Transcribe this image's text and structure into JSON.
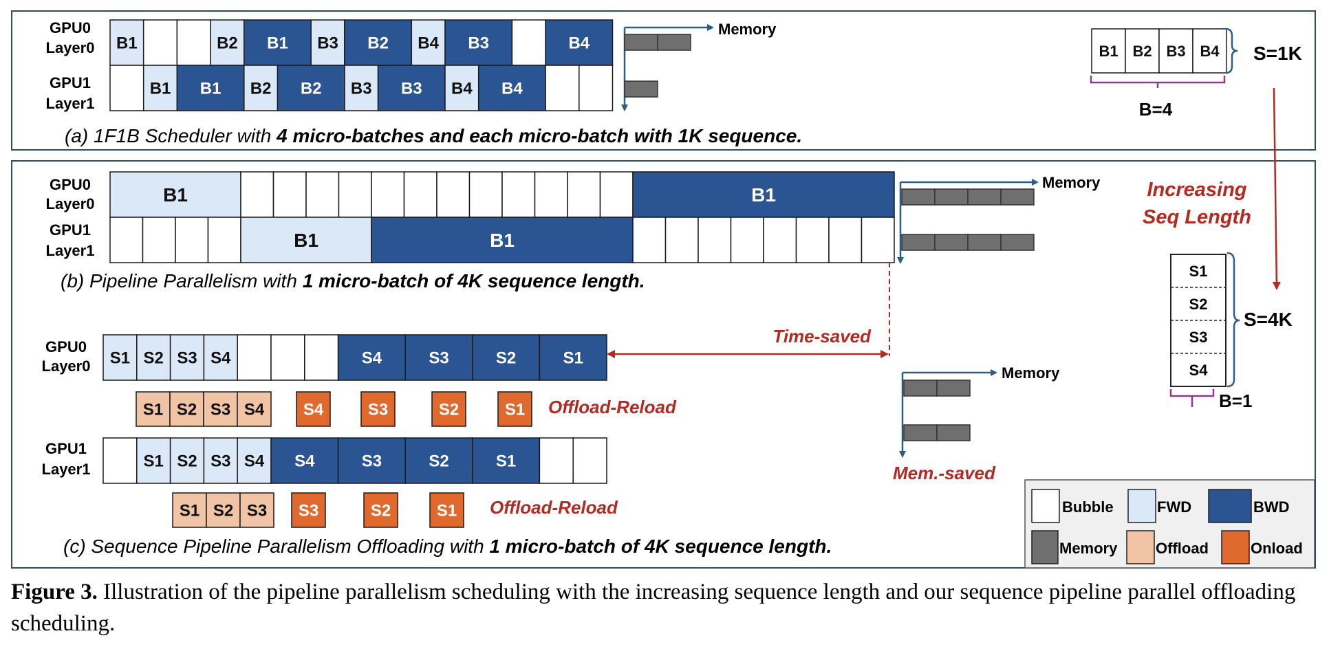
{
  "colors": {
    "bubble": "#ffffff",
    "fwd": "#dbe8f7",
    "bwd": "#2b5592",
    "memory": "#6f6f6f",
    "offload": "#f2c4a6",
    "onload": "#e06a2e",
    "annotation": "#b22a22",
    "arrow": "#2c5d82",
    "brace": "#2e5e8c",
    "brace_under": "#8e3a8c",
    "frame": "#2d4e62"
  },
  "labels": {
    "gpu0": "GPU0",
    "gpu1": "GPU1",
    "layer0": "Layer0",
    "layer1": "Layer1",
    "memory": "Memory",
    "increasing": "Increasing",
    "seq_length": "Seq Length",
    "time_saved": "Time-saved",
    "mem_saved": "Mem.-saved",
    "offload_reload": "Offload-Reload",
    "s1k": "S=1K",
    "b4": "B=4",
    "s4k": "S=4K",
    "b1": "B=1"
  },
  "panel_a": {
    "prefix": "(a) 1F1B Scheduler with ",
    "bold": "4 micro-batches and each micro-batch with 1K sequence.",
    "row0": [
      {
        "t": "fwd",
        "l": "B1"
      },
      {
        "t": "bubble",
        "l": ""
      },
      {
        "t": "bubble",
        "l": ""
      },
      {
        "t": "fwd",
        "l": "B2"
      },
      {
        "t": "bwd",
        "l": "B1"
      },
      {
        "t": "fwd",
        "l": "B3"
      },
      {
        "t": "bwd",
        "l": "B2"
      },
      {
        "t": "fwd",
        "l": "B4"
      },
      {
        "t": "bwd",
        "l": "B3"
      },
      {
        "t": "bubble",
        "l": ""
      },
      {
        "t": "bwd",
        "l": "B4"
      }
    ],
    "row1": [
      {
        "t": "bubble",
        "l": ""
      },
      {
        "t": "fwd",
        "l": "B1"
      },
      {
        "t": "bwd",
        "l": "B1"
      },
      {
        "t": "fwd",
        "l": "B2"
      },
      {
        "t": "bwd",
        "l": "B2"
      },
      {
        "t": "fwd",
        "l": "B3"
      },
      {
        "t": "bwd",
        "l": "B3"
      },
      {
        "t": "fwd",
        "l": "B4"
      },
      {
        "t": "bwd",
        "l": "B4"
      },
      {
        "t": "bubble",
        "l": ""
      },
      {
        "t": "bubble",
        "l": ""
      }
    ]
  },
  "panel_b": {
    "prefix": "(b) Pipeline Parallelism with ",
    "bold": "1 micro-batch of 4K sequence length.",
    "row0_b1_fwd": "B1",
    "row0_b1_bwd": "B1",
    "row1_b1_fwd": "B1",
    "row1_b1_bwd": "B1"
  },
  "panel_c": {
    "prefix": "(c) Sequence Pipeline Parallelism Offloading with ",
    "bold": "1 micro-batch of  4K sequence length.",
    "row0": [
      {
        "t": "fwd",
        "l": "S1"
      },
      {
        "t": "fwd",
        "l": "S2"
      },
      {
        "t": "fwd",
        "l": "S3"
      },
      {
        "t": "fwd",
        "l": "S4"
      },
      {
        "t": "bubble",
        "l": ""
      },
      {
        "t": "bubble",
        "l": ""
      },
      {
        "t": "bubble",
        "l": ""
      },
      {
        "t": "bwd",
        "l": "S4"
      },
      {
        "t": "bwd",
        "l": "S3"
      },
      {
        "t": "bwd",
        "l": "S2"
      },
      {
        "t": "bwd",
        "l": "S1"
      }
    ],
    "row1": [
      {
        "t": "bubble",
        "l": ""
      },
      {
        "t": "fwd",
        "l": "S1"
      },
      {
        "t": "fwd",
        "l": "S2"
      },
      {
        "t": "fwd",
        "l": "S3"
      },
      {
        "t": "fwd",
        "l": "S4"
      },
      {
        "t": "bwd",
        "l": "S4"
      },
      {
        "t": "bwd",
        "l": "S3"
      },
      {
        "t": "bwd",
        "l": "S2"
      },
      {
        "t": "bwd",
        "l": "S1"
      },
      {
        "t": "bubble",
        "l": ""
      },
      {
        "t": "bubble",
        "l": ""
      }
    ],
    "off0": [
      "S1",
      "S2",
      "S3",
      "S4"
    ],
    "on0": [
      "S4",
      "S3",
      "S2",
      "S1"
    ],
    "off1": [
      "S1",
      "S2",
      "S3"
    ],
    "on1": [
      "S3",
      "S2",
      "S1"
    ]
  },
  "batches_1k": [
    "B1",
    "B2",
    "B3",
    "B4"
  ],
  "segments_4k": [
    "S1",
    "S2",
    "S3",
    "S4"
  ],
  "legend": [
    {
      "type": "bubble",
      "label": "Bubble"
    },
    {
      "type": "fwd",
      "label": "FWD"
    },
    {
      "type": "bwd",
      "label": "BWD"
    },
    {
      "type": "memory",
      "label": "Memory"
    },
    {
      "type": "offload",
      "label": "Offload"
    },
    {
      "type": "onload",
      "label": "Onload"
    }
  ],
  "caption": {
    "label": "Figure 3.",
    "text": " Illustration of the pipeline parallelism scheduling with the increasing sequence length and our sequence pipeline parallel offloading scheduling."
  }
}
